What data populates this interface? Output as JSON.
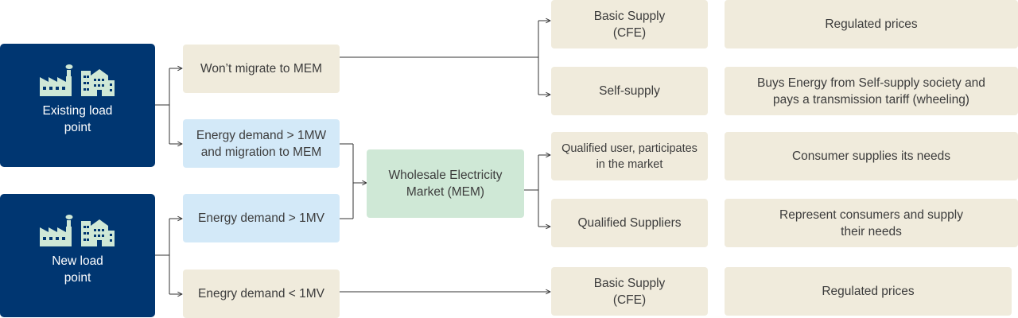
{
  "sources": {
    "existing": {
      "icon": "factory-buildings-icon",
      "lines": [
        "Existing load",
        "point"
      ]
    },
    "new": {
      "icon": "factory-buildings-icon",
      "lines": [
        "New load",
        "point"
      ]
    }
  },
  "conditions": {
    "wont_migrate": {
      "lines": [
        "Won’t migrate to MEM"
      ]
    },
    "demand_gt_1mw": {
      "lines": [
        "Energy demand > 1MW",
        "and migration to MEM"
      ]
    },
    "demand_gt_1mv": {
      "lines": [
        "Energy demand > 1MV"
      ]
    },
    "demand_lt_1mv": {
      "lines": [
        "Enegry demand < 1MV"
      ]
    }
  },
  "market": {
    "lines": [
      "Wholesale Electricity",
      "Market (MEM)"
    ]
  },
  "options": {
    "basic_supply_top": {
      "lines": [
        "Basic Supply",
        "(CFE)"
      ]
    },
    "self_supply": {
      "lines": [
        "Self-supply"
      ]
    },
    "qualified_user": {
      "lines": [
        "Qualified user, participates",
        "in the market"
      ]
    },
    "qualified_suppliers": {
      "lines": [
        "Qualified Suppliers"
      ]
    },
    "basic_supply_bottom": {
      "lines": [
        "Basic Supply",
        "(CFE)"
      ]
    }
  },
  "outcomes": {
    "regulated_top": {
      "lines": [
        "Regulated prices"
      ]
    },
    "self_supply_buys": {
      "lines": [
        "Buys Energy from Self-supply society and",
        "pays a transmission tariff (wheeling)"
      ]
    },
    "consumer_supplies": {
      "lines": [
        "Consumer supplies its needs"
      ]
    },
    "represent": {
      "lines": [
        "Represent consumers and supply",
        "their needs"
      ]
    },
    "regulated_bottom": {
      "lines": [
        "Regulated prices"
      ]
    }
  },
  "colors": {
    "navy": "#003671",
    "beige": "#f0ebdc",
    "blue": "#d3e9f8",
    "green": "#cfe8d6",
    "icon": "#cfe8d6",
    "line": "#333333"
  }
}
